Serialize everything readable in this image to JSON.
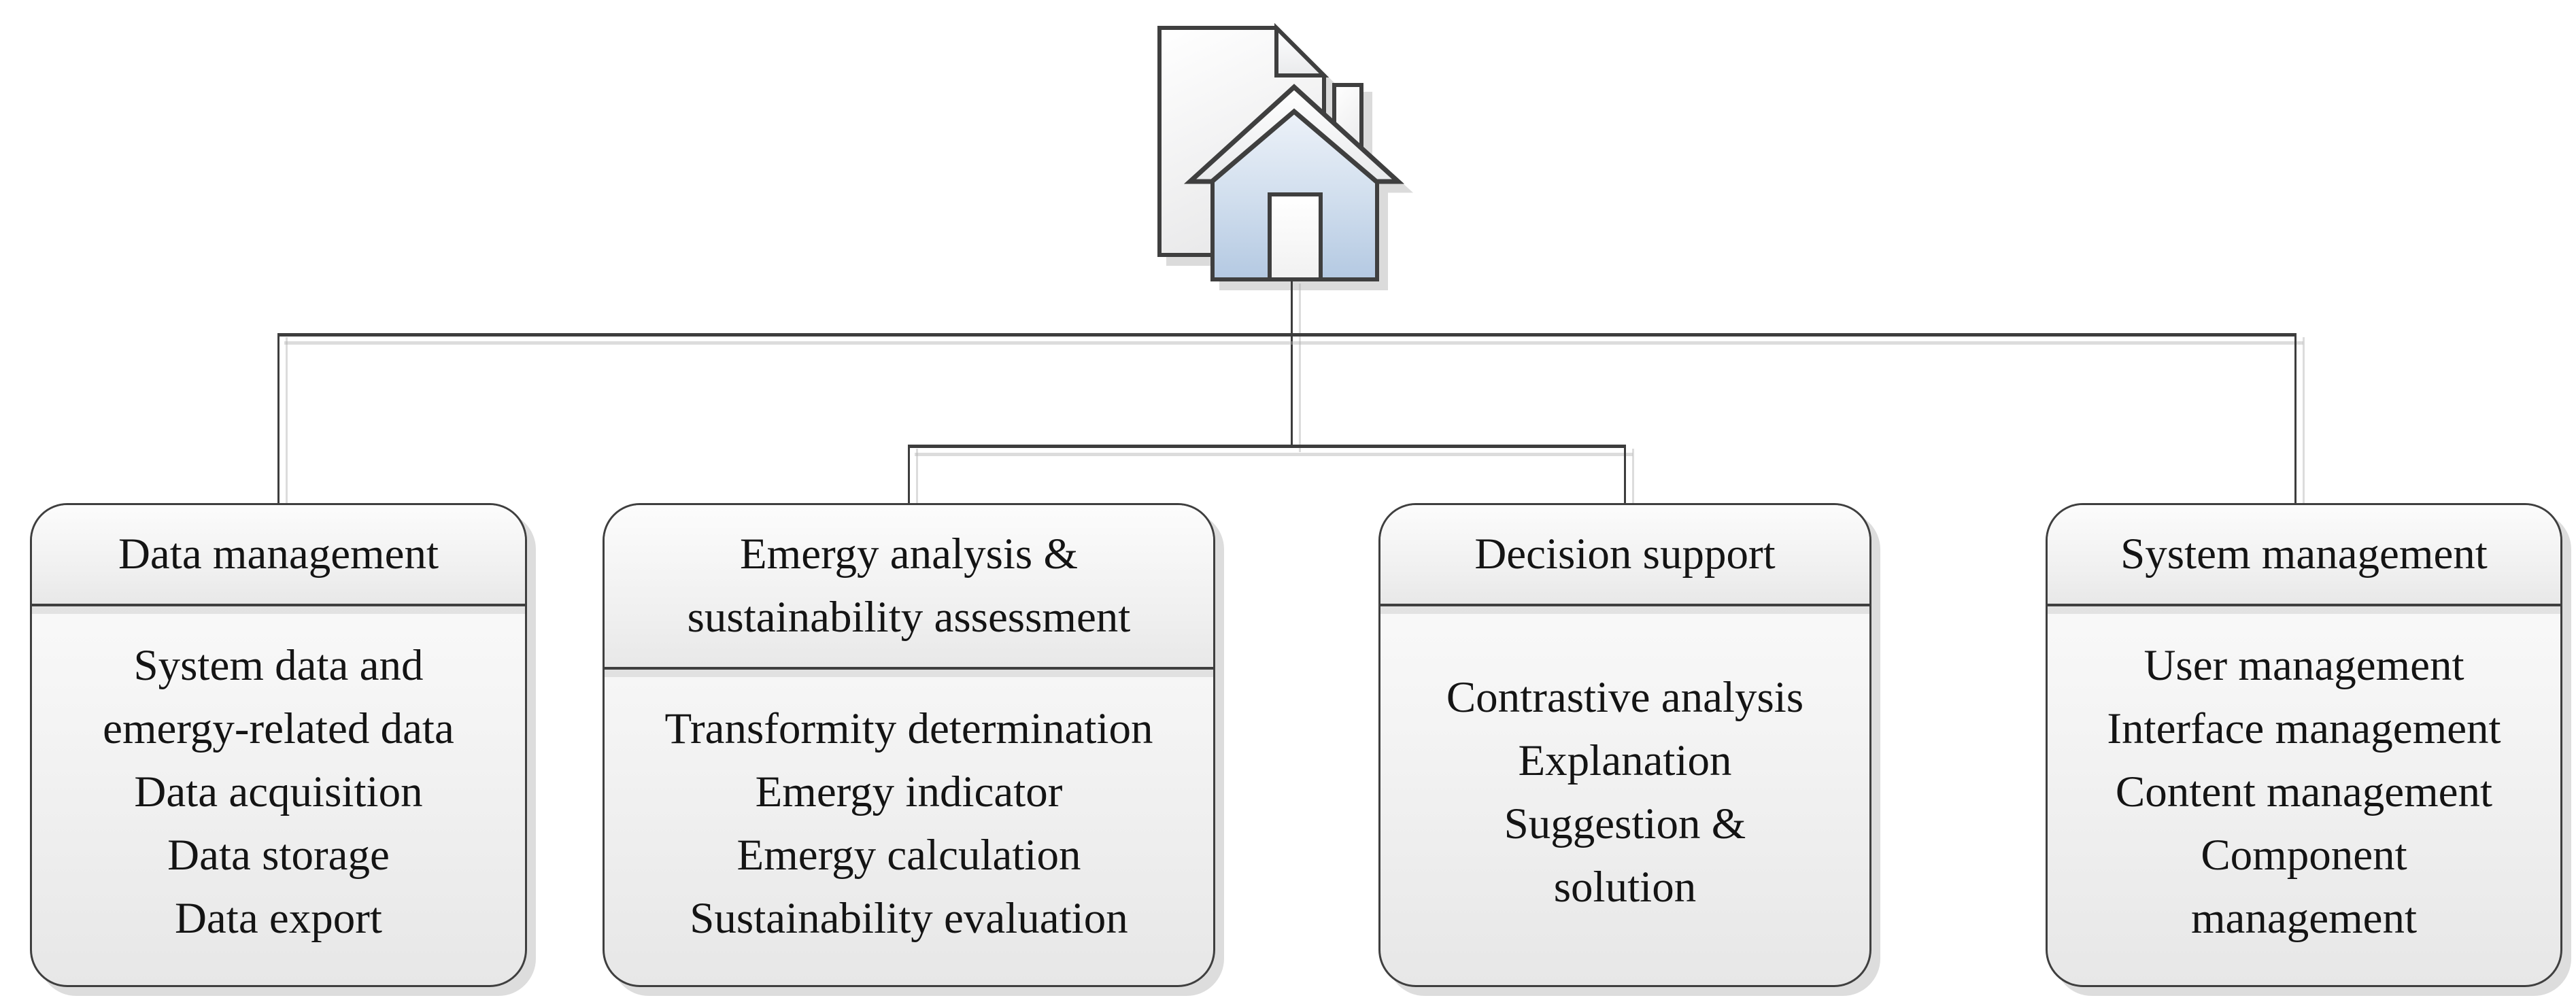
{
  "figure": {
    "type": "hierarchy-diagram",
    "root": {
      "icon": "home-document-icon",
      "description": "house over document page glyph"
    },
    "colors": {
      "connector_line": "#3d3d3d",
      "box_border": "#3f3f3f",
      "text": "#141414",
      "box_fill_top": "#fdfdfd",
      "box_fill_bottom": "#e7e7e7",
      "house_blue_top": "#edf2f9",
      "house_blue_bottom": "#b4c9e2",
      "shadow": "rgba(173,173,173,0.42)"
    },
    "nodes": [
      {
        "id": "data-management",
        "title_lines": [
          "Data management"
        ],
        "lines": [
          "System data and",
          "emergy-related data",
          "Data acquisition",
          "Data storage",
          "Data export"
        ]
      },
      {
        "id": "emergy-analysis-sustainability-assessment",
        "title_lines": [
          "Emergy analysis &",
          "sustainability assessment"
        ],
        "lines": [
          "Transformity determination",
          "Emergy indicator",
          "Emergy calculation",
          "Sustainability evaluation"
        ]
      },
      {
        "id": "decision-support",
        "title_lines": [
          "Decision support"
        ],
        "lines": [
          "Contrastive analysis",
          "Explanation",
          "Suggestion &",
          "solution"
        ]
      },
      {
        "id": "system-management",
        "title_lines": [
          "System management"
        ],
        "lines": [
          "User management",
          "Interface management",
          "Content management",
          "Component",
          "management"
        ]
      }
    ]
  }
}
